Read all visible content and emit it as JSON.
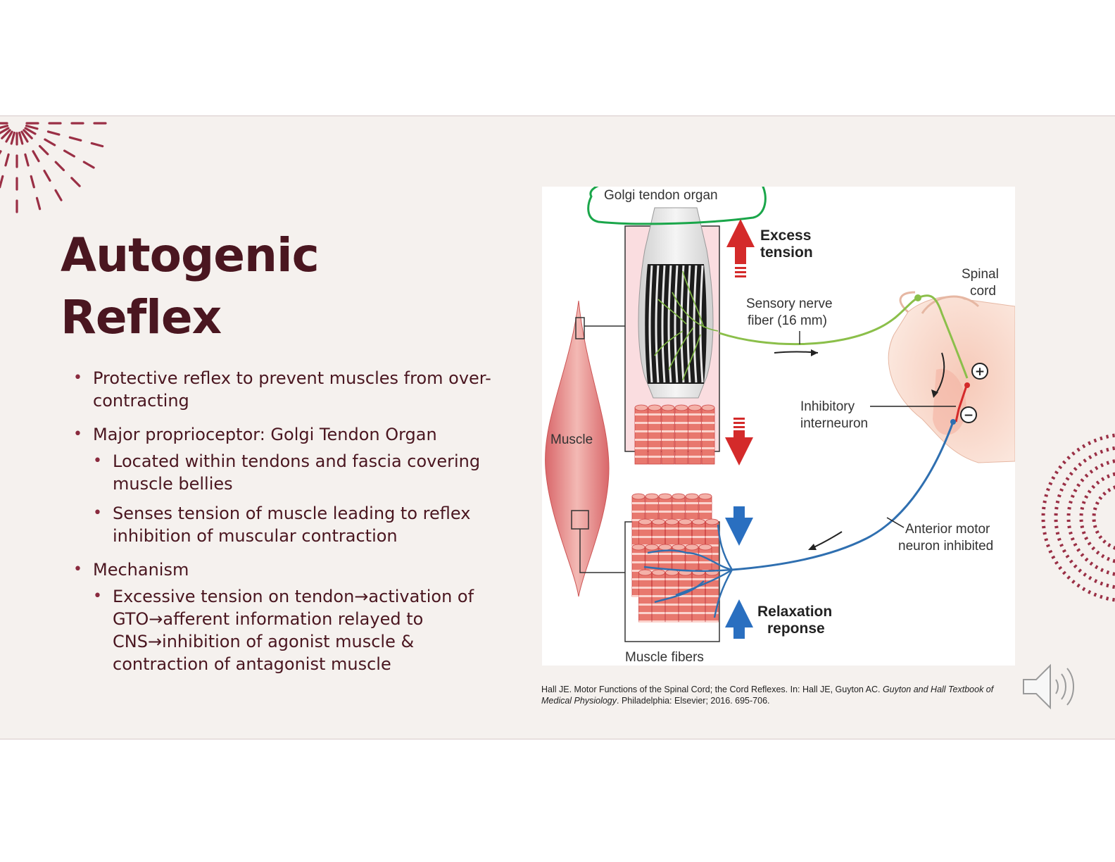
{
  "slide": {
    "title_line1": "Autogenic",
    "title_line2": "Reflex",
    "bullets": [
      {
        "text": "Protective reflex to prevent muscles from over-contracting"
      },
      {
        "text": "Major proprioceptor: Golgi Tendon Organ",
        "sub": [
          "Located within tendons and fascia covering muscle bellies",
          "Senses tension of muscle leading to reflex inhibition of muscular contraction"
        ]
      },
      {
        "text": "Mechanism",
        "sub": [
          "Excessive tension on tendon→activation of GTO→afferent information relayed to CNS→inhibition of agonist muscle & contraction of antagonist muscle"
        ]
      }
    ]
  },
  "figure": {
    "labels": {
      "golgi": "Golgi tendon organ",
      "excess1": "Excess",
      "excess2": "tension",
      "spinal1": "Spinal",
      "spinal2": "cord",
      "sensory1": "Sensory nerve",
      "sensory2": "fiber (16 mm)",
      "inhib1": "Inhibitory",
      "inhib2": "interneuron",
      "muscle": "Muscle",
      "motor1": "Anterior motor",
      "motor2": "neuron inhibited",
      "relax1": "Relaxation",
      "relax2": "reponse",
      "fibers": "Muscle fibers",
      "plus": "+",
      "minus": "−"
    },
    "colors": {
      "sensory": "#8bbf4a",
      "motor": "#2f6fb0",
      "arrow_red": "#d42a2a",
      "arrow_blue": "#2a6fc0",
      "highlight": "#1aa64a"
    }
  },
  "citation": {
    "plain1": "Hall JE. Motor Functions of the Spinal Cord; the Cord Reflexes. In: Hall JE, Guyton AC. ",
    "italic1": "Guyton and Hall Textbook of Medical Physiology",
    "plain2": ". Philadelphia: Elsevier; 2016. 695-706."
  },
  "icons": {
    "speaker": "speaker-icon",
    "deco_top_left": "sunburst-decoration",
    "deco_right": "concentric-dots-decoration"
  }
}
